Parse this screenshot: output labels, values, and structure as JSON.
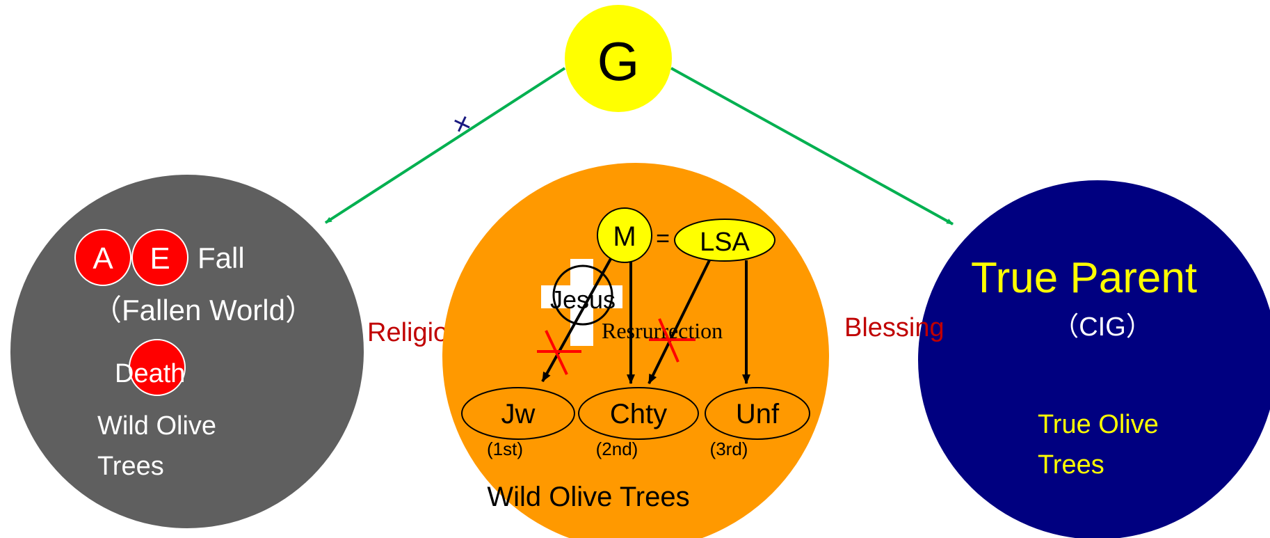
{
  "god": {
    "label": "G"
  },
  "cross_mark": {
    "label": "×"
  },
  "fallen_world": {
    "adam": "A",
    "eve": "E",
    "fall": "Fall",
    "fallen_world": "（Fallen World）",
    "death": "Death",
    "wild_olive_line1": "Wild Olive",
    "wild_olive_line2": "Trees"
  },
  "religion": {
    "label": "Religion"
  },
  "religion_world": {
    "messiah": "M",
    "equals": "=",
    "lsa": "LSA",
    "jesus": "Jesus",
    "resurrection": "Resrurrection",
    "jw": "Jw",
    "chty": "Chty",
    "unf": "Unf",
    "first": "(1st)",
    "second": "(2nd)",
    "third": "(3rd)",
    "wild_olive": "Wild Olive Trees"
  },
  "blessing": {
    "label": "Blessing"
  },
  "true_world": {
    "true_parent": "True Parent",
    "cig": "（CIG）",
    "true_olive_line1": "True Olive",
    "true_olive_line2": "Trees"
  },
  "colors": {
    "god": "#ffff00",
    "fallen": "#5f5f5f",
    "religion": "#ff9900",
    "true": "#000080",
    "arrow": "#00b050",
    "red": "#ff0000",
    "label_red": "#c00000",
    "yellow_text": "#ffff00"
  }
}
